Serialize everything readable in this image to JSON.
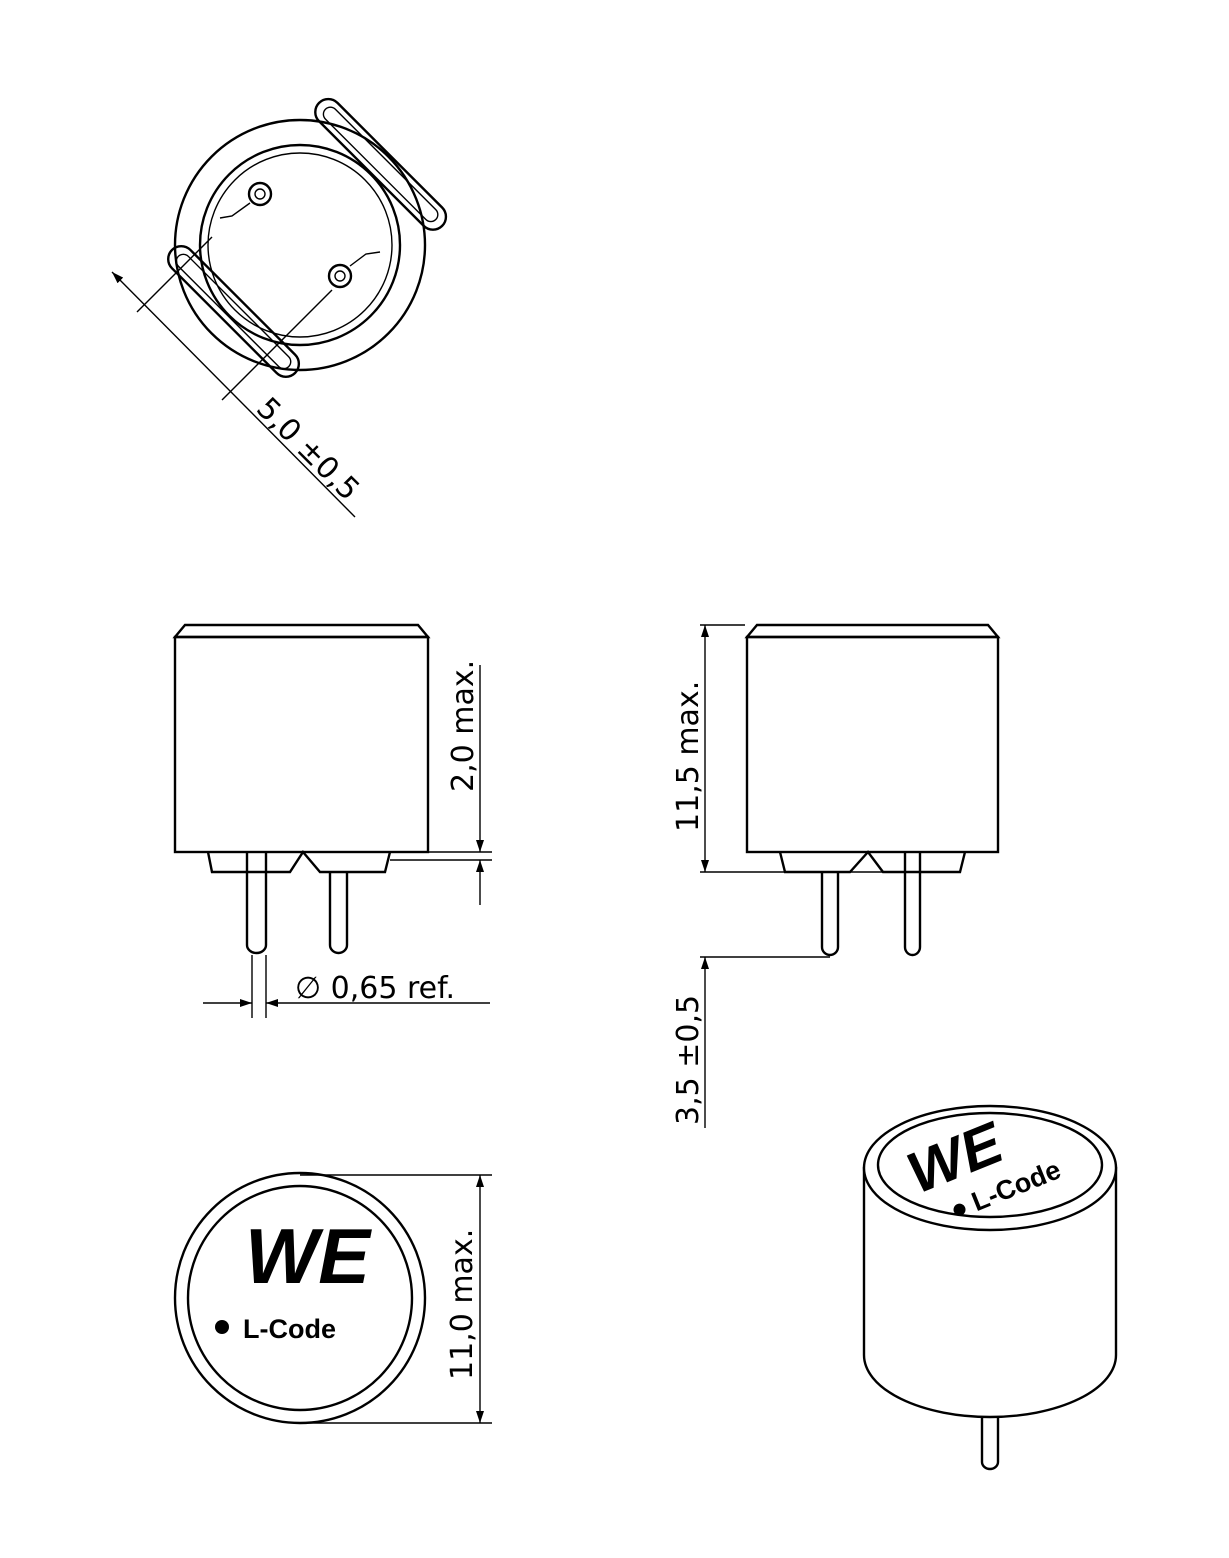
{
  "dimensions": {
    "pin_spacing": "5,0 ±0,5",
    "standoff": "2,0 max.",
    "pin_diameter": "∅ 0,65  ref.",
    "height": "11,5 max.",
    "pin_length": "3,5 ±0,5",
    "diameter": "11,0 max."
  },
  "marking": {
    "logo": "WE",
    "code": "L-Code"
  }
}
